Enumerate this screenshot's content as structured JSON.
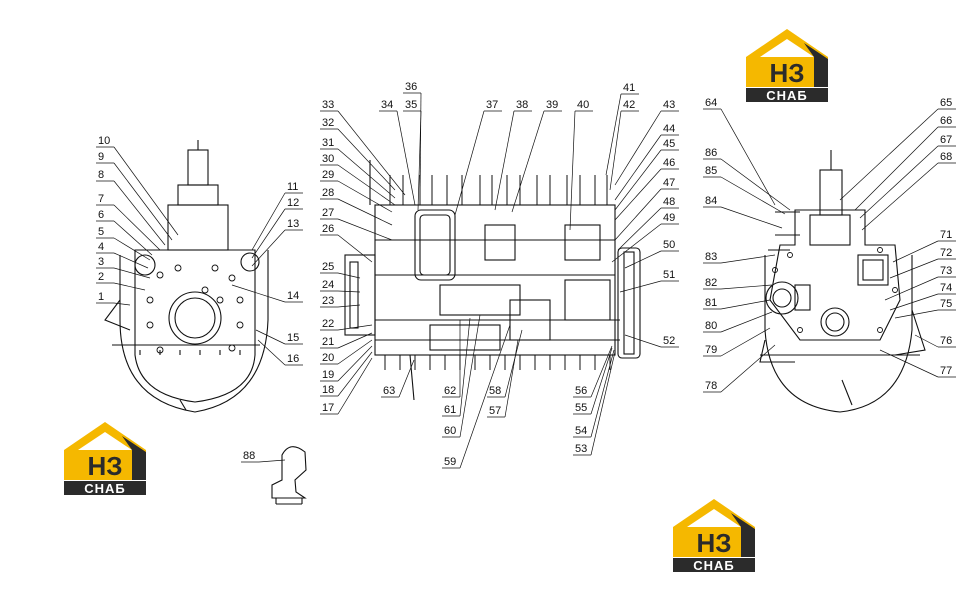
{
  "colors": {
    "line": "#111111",
    "logo_yellow": "#f5b800",
    "logo_dark": "#2b2b2b",
    "logo_text_light": "#ffffff"
  },
  "logo": {
    "mark": "НЗ",
    "caption": "СНАБ"
  },
  "callouts": {
    "left": [
      "1",
      "2",
      "3",
      "4",
      "5",
      "6",
      "7",
      "8",
      "9",
      "10",
      "11",
      "12",
      "13",
      "14",
      "15",
      "16"
    ],
    "center": [
      "17",
      "18",
      "19",
      "20",
      "21",
      "22",
      "23",
      "24",
      "25",
      "26",
      "27",
      "28",
      "29",
      "30",
      "31",
      "32",
      "33",
      "34",
      "35",
      "36",
      "37",
      "38",
      "39",
      "40",
      "41",
      "42",
      "43",
      "44",
      "45",
      "46",
      "47",
      "48",
      "49",
      "50",
      "51",
      "52",
      "53",
      "54",
      "55",
      "56",
      "57",
      "58",
      "59",
      "60",
      "61",
      "62",
      "63"
    ],
    "right": [
      "64",
      "65",
      "66",
      "67",
      "68",
      "71",
      "72",
      "73",
      "74",
      "75",
      "76",
      "77",
      "78",
      "79",
      "80",
      "81",
      "82",
      "83",
      "84",
      "85",
      "86"
    ],
    "detail": [
      "88"
    ]
  }
}
